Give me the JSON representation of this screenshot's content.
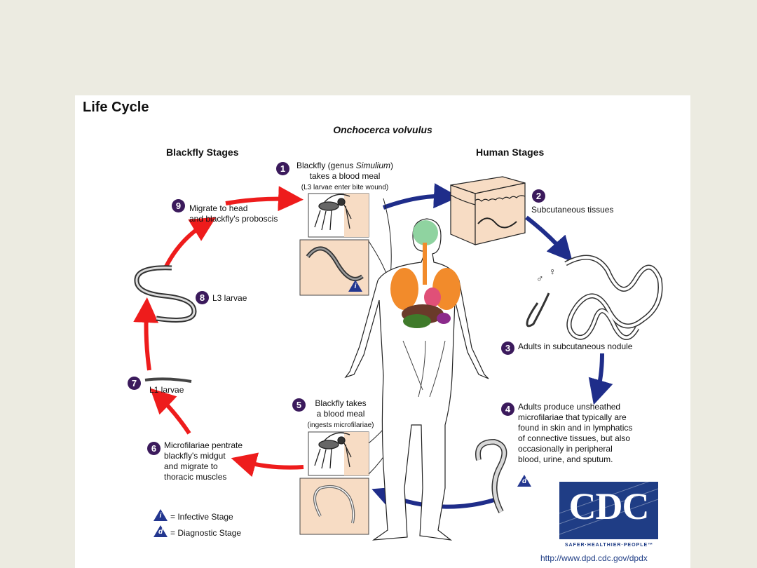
{
  "title": "Life Cycle",
  "species": "Onchocerca volvulus",
  "headers": {
    "blackfly": "Blackfly Stages",
    "human": "Human Stages"
  },
  "stages": [
    {
      "num": "1",
      "line1a": "Blackfly (genus ",
      "line1b": "Simulium",
      "line1c": ")",
      "line2": "takes a blood meal",
      "note": "(L3 larvae enter bite wound)"
    },
    {
      "num": "2",
      "text": "Subcutaneous tissues"
    },
    {
      "num": "3",
      "text": "Adults in subcutaneous nodule"
    },
    {
      "num": "4",
      "lines": [
        "Adults produce unsheathed",
        "microfilariae that typically are",
        "found in skin and in lymphatics",
        "of connective tissues,  but also",
        "occasionally in peripheral",
        "blood, urine, and sputum."
      ]
    },
    {
      "num": "5",
      "line1": "Blackfly takes",
      "line2": "a blood meal",
      "note": "(ingests microfilariae)"
    },
    {
      "num": "6",
      "lines": [
        "Microfilariae pentrate",
        "blackfly's midgut",
        "and migrate to",
        "thoracic muscles"
      ]
    },
    {
      "num": "7",
      "text": "L1 larvae"
    },
    {
      "num": "8",
      "text": "L3 larvae"
    },
    {
      "num": "9",
      "lines": [
        "Migrate to head",
        "and blackfly's proboscis"
      ]
    }
  ],
  "legend": {
    "infective_letter": "i",
    "infective_text": "= Infective Stage",
    "diagnostic_letter": "d",
    "diagnostic_text": "= Diagnostic Stage"
  },
  "sex_symbols": {
    "male": "♂",
    "female": "♀"
  },
  "logo": {
    "text": "CDC",
    "tagline": "SAFER·HEALTHIER·PEOPLE™"
  },
  "url": "http://www.dpd.cdc.gov/dpdx",
  "colors": {
    "badge": "#3b1a5c",
    "red_arrow": "#ee1c1c",
    "blue_arrow": "#1f2d8a",
    "inset_bg": "#f7dcc4",
    "cdc_blue": "#1f3d85"
  }
}
